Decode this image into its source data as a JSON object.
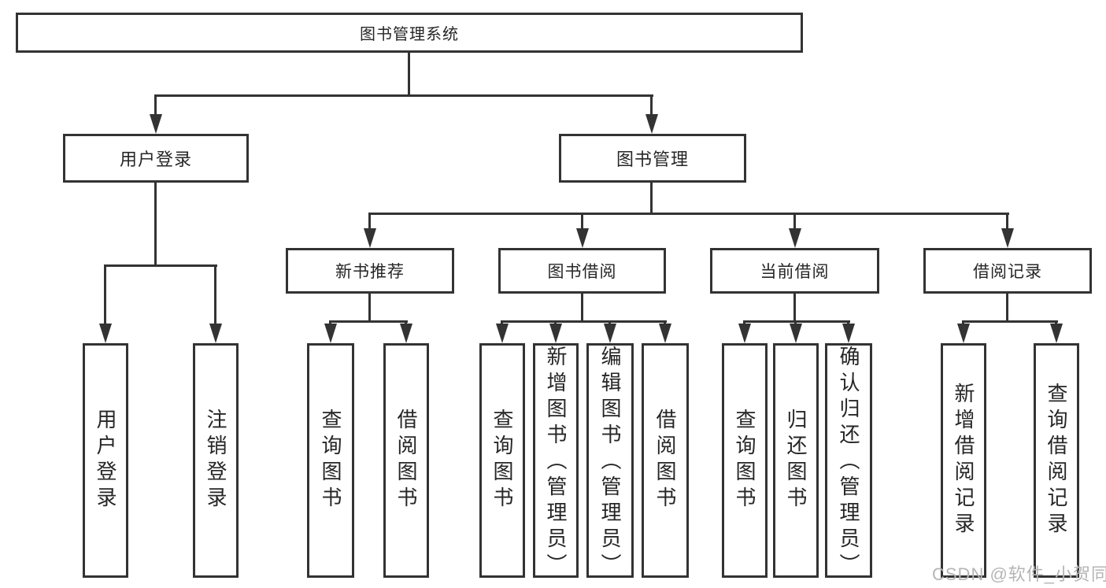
{
  "tree": {
    "label": "图书管理系统",
    "children": [
      {
        "label": "用户登录",
        "children": [
          {
            "label": "用户登录"
          },
          {
            "label": "注销登录"
          }
        ]
      },
      {
        "label": "图书管理",
        "children": [
          {
            "label": "新书推荐",
            "children": [
              {
                "label": "查询图书"
              },
              {
                "label": "借阅图书"
              }
            ]
          },
          {
            "label": "图书借阅",
            "children": [
              {
                "label": "查询图书"
              },
              {
                "label": "新增图书（管理员）"
              },
              {
                "label": "编辑图书（管理员）"
              },
              {
                "label": "借阅图书"
              }
            ]
          },
          {
            "label": "当前借阅",
            "children": [
              {
                "label": "查询图书"
              },
              {
                "label": "归还图书"
              },
              {
                "label": "确认归还（管理员）"
              }
            ]
          },
          {
            "label": "借阅记录",
            "children": [
              {
                "label": "新增借阅记录"
              },
              {
                "label": "查询借阅记录"
              }
            ]
          }
        ]
      }
    ]
  },
  "watermark": {
    "text": "CSDN @软件_小贺同学",
    "color": "#b5b5b5"
  },
  "colors": {
    "line": "#333333",
    "box_border": "#333333",
    "text": "#262626",
    "background": "#ffffff"
  }
}
